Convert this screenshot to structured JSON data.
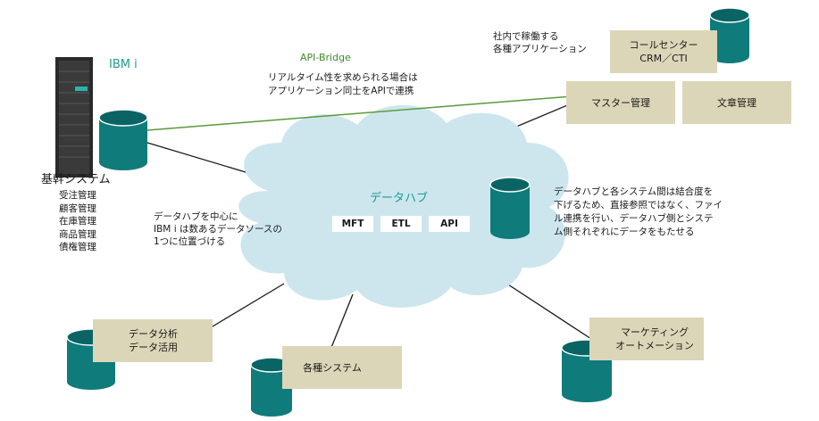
{
  "ibm_i": {
    "label": "IBM i"
  },
  "core_system": {
    "title": "基幹システム",
    "items": [
      "受注管理",
      "顧客管理",
      "在庫管理",
      "商品管理",
      "債権管理"
    ]
  },
  "api_bridge": {
    "title": "API-Bridge",
    "desc": [
      "リアルタイム性を求められる場合は",
      "アプリケーション同士をAPIで連携"
    ]
  },
  "internal_apps": {
    "label": [
      "社内で稼働する",
      "各種アプリケーション"
    ]
  },
  "boxes": {
    "call_center": [
      "コールセンター",
      "CRM／CTI"
    ],
    "master": "マスター管理",
    "document": "文章管理",
    "analysis": [
      "データ分析",
      "データ活用"
    ],
    "various": "各種システム",
    "marketing": [
      "マーケティング",
      "オートメーション"
    ]
  },
  "data_hub": {
    "title": "データハブ",
    "tags": [
      "MFT",
      "ETL",
      "API"
    ]
  },
  "left_note": [
    "データハブを中心に",
    "IBM i は数あるデータソースの",
    "1つに位置づける"
  ],
  "right_note": [
    "データハブと各システム間は結合度を",
    "下げるため、直接参照ではなく、ファイ",
    "ル連携を行い、データハブ側とシステ",
    "ム側それぞれにデータをもたせる"
  ],
  "colors": {
    "db_fill": "#0f7b7b",
    "db_top": "#0b6464",
    "box": "#dcd6b8",
    "cloud": "#cde6ee",
    "hub_title": "#1d9a94",
    "api_green": "#3d8a2c",
    "ibm_label": "#1d9a94"
  }
}
